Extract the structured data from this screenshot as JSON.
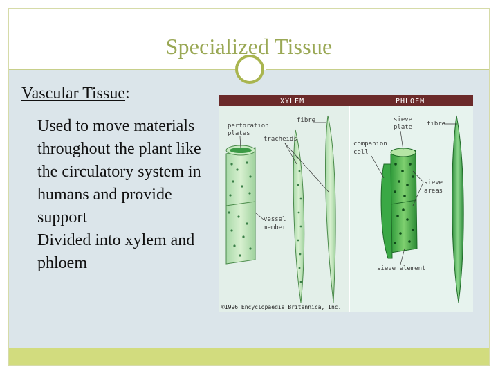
{
  "slide": {
    "title": "Specialized Tissue",
    "heading_underlined": "Vascular Tissue",
    "heading_suffix": ":",
    "bullets": [
      {
        "marker": "",
        "text": "Used to move materials throughout the plant like the circulatory system in humans and provide support"
      },
      {
        "marker": "",
        "text": "Divided into xylem and phloem"
      }
    ]
  },
  "figure": {
    "xylem_header": "XYLEM",
    "phloem_header": "PHLOEM",
    "labels": {
      "perforation_plates": [
        "perforation",
        "plates"
      ],
      "fibre_left": "fibre",
      "tracheids": "tracheids",
      "vessel_member": [
        "vessel",
        "member"
      ],
      "sieve_plate": [
        "sieve",
        "plate"
      ],
      "fibre_right": "fibre",
      "companion_cell": [
        "companion",
        "cell"
      ],
      "sieve_areas": [
        "sieve",
        "areas"
      ],
      "sieve_element": "sieve element"
    },
    "copyright": "©1996 Encyclopaedia Britannica, Inc."
  },
  "colors": {
    "title": "#9aa855",
    "accent": "#a9b54f",
    "footer": "#d2dc7e",
    "content_bg": "#dbe5ea",
    "figure_header": "#6b2a2a"
  }
}
